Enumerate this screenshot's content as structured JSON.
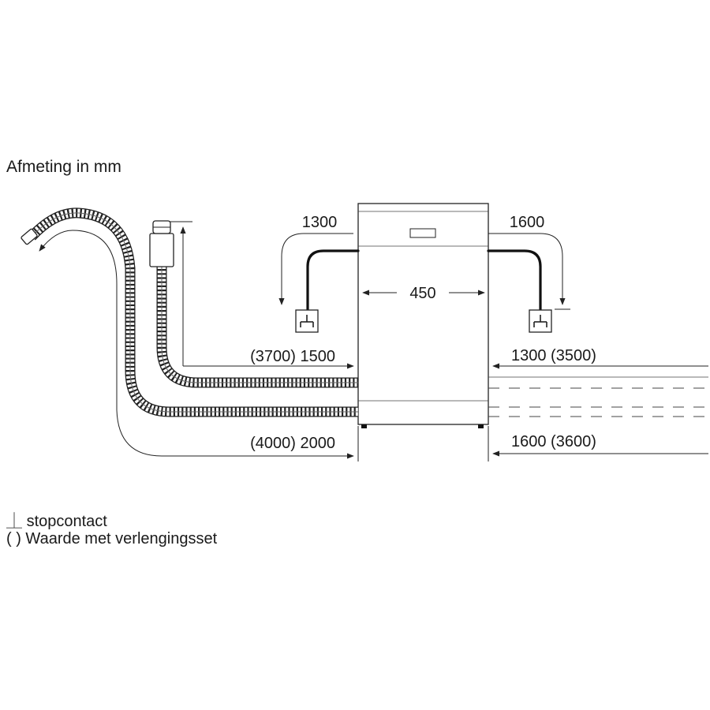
{
  "title": "Afmeting in mm",
  "dimensions": {
    "width": "450",
    "left_cable": "1300",
    "right_cable": "1600",
    "left_inlet_hose": "(3700) 1500",
    "left_drain_hose": "(4000) 2000",
    "right_inlet_hose": "1300 (3500)",
    "right_drain_hose": "1600 (3600)"
  },
  "legend": {
    "socket_symbol": "⏊",
    "socket_label": "stopcontact",
    "parentheses_label": "( ) Waarde met verlengingsset"
  }
}
